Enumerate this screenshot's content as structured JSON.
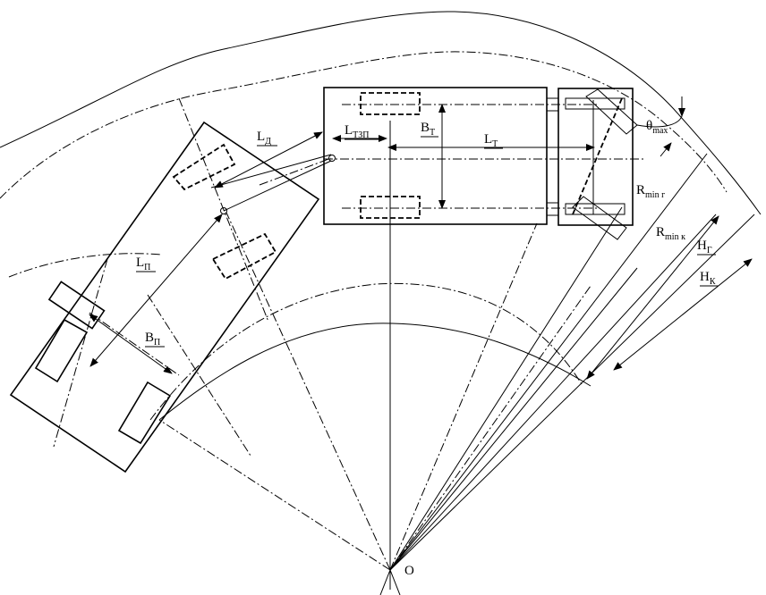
{
  "labels": {
    "ld": {
      "main": "L",
      "sub": "Д"
    },
    "ltzp": {
      "main": "L",
      "sub": "ТЗП"
    },
    "bt": {
      "main": "B",
      "sub": "Т"
    },
    "lt": {
      "main": "L",
      "sub": "Т"
    },
    "lp": {
      "main": "L",
      "sub": "П"
    },
    "bp": {
      "main": "B",
      "sub": "П"
    },
    "theta": {
      "main": "θ",
      "sub": "max"
    },
    "rmg": {
      "main": "R",
      "sub": "min г"
    },
    "rmk": {
      "main": "R",
      "sub": "min к"
    },
    "hg": {
      "main": "H",
      "sub": "Г"
    },
    "hk": {
      "main": "H",
      "sub": "К"
    },
    "o": "O"
  }
}
